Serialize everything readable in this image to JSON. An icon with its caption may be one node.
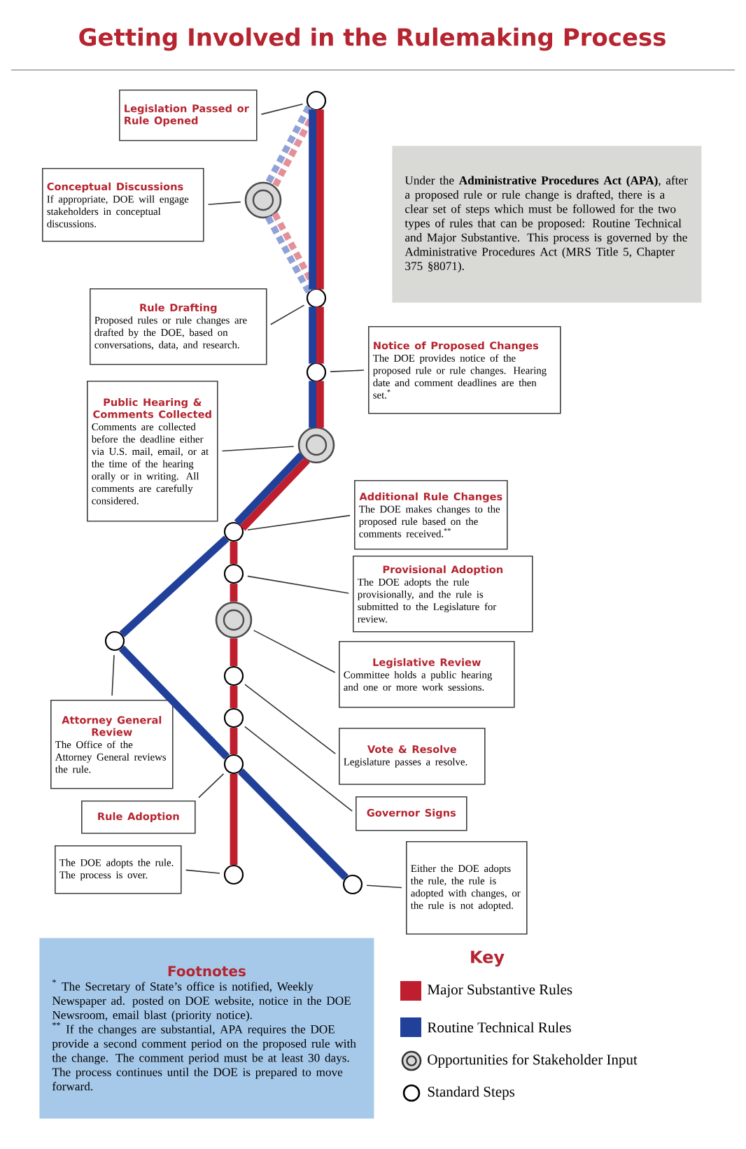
{
  "diagram": {
    "title": "Getting Involved in the Rulemaking Process",
    "nodes": [
      {
        "text": [
          "Legislation Passed or Rule Opened"
        ]
      },
      {
        "text": [
          "Conceptual Discussions",
          "If appropriate, DOE will engage stakeholders in conceptual discussions."
        ]
      },
      {
        "text": [
          "Rule Drafting",
          "Proposed rules or rule changes are drafted by the DOE, based on conversations, data, and research."
        ]
      },
      {
        "text": [
          "Notice of Proposed Changes",
          "The DOE provides notice of the proposed rule or rule changes. Hearing date and comment deadlines are then set.$^{*}$"
        ]
      },
      {
        "text": [
          "Public Hearing & Comments Collected",
          "Comments are collected before the deadline either via U.S. mail, email, or at the time of the hearing orally or in writing. All comments are carefully considered."
        ]
      },
      {
        "text": [
          "Additional Rule Changes",
          "The DOE makes changes to the proposed rule based on the comments received.$^{**}$"
        ]
      },
      {
        "text": [
          "Provisional Adoption",
          "The DOE adopts the rule provisionally, and the rule is submitted to the Legislature for review."
        ]
      },
      {
        "text": [
          "Legislative Review",
          "Committee holds a public hearing and one or more work sessions."
        ]
      },
      {
        "text": [
          "Vote & Resolve",
          "Legislature passes a resolve."
        ]
      },
      {
        "text": [
          "Governor Signs"
        ]
      },
      {
        "text": [
          "Attorney General Review",
          "The Office of the Attorney General reviews the rule."
        ]
      },
      {
        "text": [
          "Rule Adoption"
        ]
      },
      {
        "text": [
          "The DOE adopts the rule. The process is over."
        ]
      },
      {
        "text": [
          "Either the DOE adopts the rule, the rule is adopted with changes, or the rule is not adopted."
        ]
      },
      {
        "text": [
          "Under the **Administrative Procedures Act (APA)**, after a proposed rule or rule change is drafted, there is a clear set of steps which must be followed for the two types of rules that can be proposed: Routine Technical and Major Substantive. This process is governed by the Administrative Procedures Act (MRS Title 5, Chapter 375 §8071)."
        ]
      },
      {
        "text": [
          "Footnotes",
          "$^{*}$ The Secretary of State’s office is notified, Weekly Newspaper ad. posted on DOE website, notice in the DOE Newsroom, email blast (priority notice).",
          "$^{**}$ If the changes are substantial, APA requires the DOE provide a second comment period on the proposed rule with the change. The comment period must be at least 30 days. The process continues until the DOE is prepared to move forward."
        ]
      },
      {
        "text": [],
        "shape": "circle"
      },
      {
        "text": [],
        "shape": "target"
      },
      {
        "text": [],
        "shape": "circle"
      },
      {
        "text": [],
        "shape": "circle"
      },
      {
        "text": [],
        "shape": "target"
      },
      {
        "text": [],
        "shape": "circle"
      },
      {
        "text": [],
        "shape": "circle"
      },
      {
        "text": [],
        "shape": "target"
      },
      {
        "text": [],
        "shape": "circle"
      },
      {
        "text": [],
        "shape": "circle"
      },
      {
        "text": [],
        "shape": "circle"
      },
      {
        "text": [],
        "shape": "circle"
      },
      {
        "text": [],
        "shape": "circle"
      },
      {
        "text": [],
        "shape": "circle"
      }
    ],
    "edges": [
      {
        "from": 0,
        "to": 16,
        "arrow": "none"
      },
      {
        "from": 1,
        "to": 17,
        "arrow": "none"
      },
      {
        "from": 2,
        "to": 18,
        "arrow": "none"
      },
      {
        "from": 3,
        "to": 19,
        "arrow": "none"
      },
      {
        "from": 4,
        "to": 20,
        "arrow": "none"
      },
      {
        "from": 5,
        "to": 21,
        "arrow": "none"
      },
      {
        "from": 6,
        "to": 22,
        "arrow": "none"
      },
      {
        "from": 7,
        "to": 23,
        "arrow": "none"
      },
      {
        "from": 8,
        "to": 24,
        "arrow": "none"
      },
      {
        "from": 9,
        "to": 25,
        "arrow": "none"
      },
      {
        "from": 10,
        "to": 26,
        "arrow": "none"
      },
      {
        "from": 11,
        "to": 27,
        "arrow": "none"
      },
      {
        "from": 12,
        "to": 28,
        "arrow": "none"
      },
      {
        "from": 13,
        "to": 29,
        "arrow": "none"
      },
      {
        "from": 16,
        "to": 17,
        "arrow": "none",
        "style": "dashed",
        "color": "#8fa1d6"
      },
      {
        "from": 16,
        "to": 17,
        "arrow": "none",
        "style": "dashed",
        "color": "#e3909a"
      },
      {
        "from": 17,
        "to": 18,
        "arrow": "none",
        "style": "dashed",
        "color": "#8fa1d6"
      },
      {
        "from": 17,
        "to": 18,
        "arrow": "none",
        "style": "dashed",
        "color": "#e3909a"
      },
      {
        "from": 16,
        "to": 18,
        "arrow": "none",
        "color": "#21409a"
      },
      {
        "from": 16,
        "to": 18,
        "arrow": "none",
        "color": "#be1e2d"
      },
      {
        "from": 18,
        "to": 19,
        "arrow": "none",
        "color": "#21409a"
      },
      {
        "from": 18,
        "to": 19,
        "arrow": "none",
        "color": "#be1e2d"
      },
      {
        "from": 19,
        "to": 20,
        "arrow": "none",
        "color": "#21409a"
      },
      {
        "from": 19,
        "to": 20,
        "arrow": "none",
        "color": "#be1e2d"
      },
      {
        "from": 20,
        "to": 21,
        "arrow": "none",
        "color": "#21409a"
      },
      {
        "from": 20,
        "to": 21,
        "arrow": "none",
        "color": "#be1e2d"
      },
      {
        "from": 21,
        "to": 22,
        "arrow": "none",
        "color": "#be1e2d"
      },
      {
        "from": 22,
        "to": 23,
        "arrow": "none",
        "color": "#be1e2d"
      },
      {
        "from": 23,
        "to": 24,
        "arrow": "none",
        "color": "#be1e2d"
      },
      {
        "from": 24,
        "to": 25,
        "arrow": "none",
        "color": "#be1e2d"
      },
      {
        "from": 25,
        "to": 27,
        "arrow": "none",
        "color": "#be1e2d"
      },
      {
        "from": 27,
        "to": 28,
        "arrow": "none",
        "color": "#be1e2d"
      },
      {
        "from": 21,
        "to": 26,
        "arrow": "none",
        "color": "#21409a"
      },
      {
        "from": 26,
        "to": 27,
        "arrow": "none",
        "color": "#21409a"
      },
      {
        "from": 27,
        "to": 29,
        "arrow": "none",
        "color": "#21409a"
      }
    ],
    "labels": [
      "Key"
    ],
    "legend": [
      {
        "text": "Major Substantive Rules",
        "color": "#be1e2d"
      },
      {
        "text": "Routine Technical Rules",
        "color": "#21409a"
      },
      {
        "text": "Opportunities for Stakeholder Input"
      },
      {
        "text": "Standard Steps"
      }
    ]
  }
}
